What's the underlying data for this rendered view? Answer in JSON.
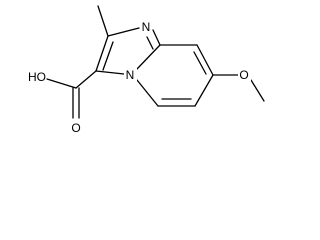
{
  "molecule": {
    "atom_labels": {
      "nitrogen_imidazole": "N",
      "nitrogen_bridgehead": "N",
      "carboxylic_oxygen_double": "O",
      "hydroxyl": "HO",
      "methoxy_oxygen": "O"
    }
  },
  "colors": {
    "bond": "#000000",
    "background": "#ffffff"
  }
}
